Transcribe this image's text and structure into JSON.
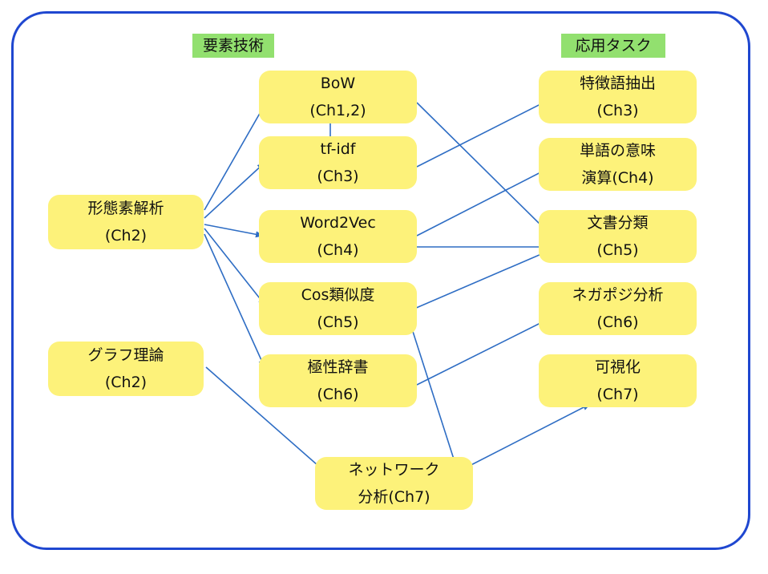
{
  "labels": {
    "elements": "要素技術",
    "applications": "応用タスク"
  },
  "nodes": {
    "keitaiso": {
      "line1": "形態素解析",
      "line2": "(Ch2)"
    },
    "graph": {
      "line1": "グラフ理論",
      "line2": "(Ch2)"
    },
    "bow": {
      "line1": "BoW",
      "line2": "(Ch1,2)"
    },
    "tfidf": {
      "line1": "tf-idf",
      "line2": "(Ch3)"
    },
    "word2vec": {
      "line1": "Word2Vec",
      "line2": "(Ch4)"
    },
    "cos": {
      "line1": "Cos類似度",
      "line2": "(Ch5)"
    },
    "polarity": {
      "line1": "極性辞書",
      "line2": "(Ch6)"
    },
    "network": {
      "line1": "ネットワーク",
      "line2": "分析(Ch7)"
    },
    "tokucho": {
      "line1": "特徴語抽出",
      "line2": "(Ch3)"
    },
    "tango": {
      "line1": "単語の意味",
      "line2": "演算(Ch4)"
    },
    "bunsho": {
      "line1": "文書分類",
      "line2": "(Ch5)"
    },
    "negapoji": {
      "line1": "ネガポジ分析",
      "line2": "(Ch6)"
    },
    "kashika": {
      "line1": "可視化",
      "line2": "(Ch7)"
    }
  },
  "colors": {
    "frame": "#1f47d0",
    "node_fill": "#fdf27a",
    "label_fill": "#92e06f",
    "edge": "#2e6dc4"
  }
}
